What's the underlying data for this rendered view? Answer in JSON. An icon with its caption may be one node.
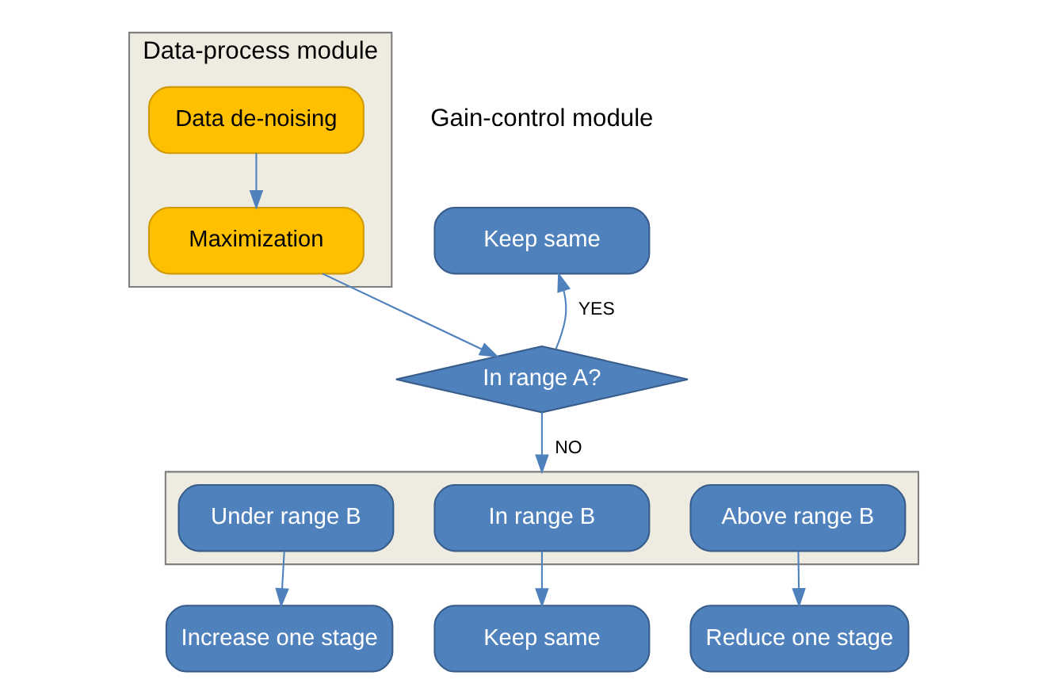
{
  "diagram": {
    "nodes": [
      {
        "text": [
          "Data-process module"
        ]
      },
      {
        "text": [
          "Data de-noising"
        ],
        "in": 0
      },
      {
        "text": [
          "Maximization"
        ],
        "in": 0
      },
      {
        "text": [
          "Keep same"
        ]
      },
      {
        "text": [
          "In range A?"
        ]
      },
      {
        "text": [],
        "shape": "box"
      },
      {
        "text": [
          "Under range B"
        ],
        "in": 5
      },
      {
        "text": [
          "In range B"
        ],
        "in": 5
      },
      {
        "text": [
          "Above range B"
        ],
        "in": 5
      },
      {
        "text": [
          "Increase one stage"
        ]
      },
      {
        "text": [
          "Keep same"
        ]
      },
      {
        "text": [
          "Reduce one stage"
        ]
      }
    ],
    "edges": [
      {
        "from": 1,
        "to": 2,
        "arrow": "to"
      },
      {
        "from": 2,
        "to": 4,
        "arrow": "to"
      },
      {
        "from": 4,
        "to": 3,
        "arrow": "to",
        "label": "YES"
      },
      {
        "from": 4,
        "to": 5,
        "arrow": "to",
        "label": "NO"
      },
      {
        "from": 6,
        "to": 9,
        "arrow": "to"
      },
      {
        "from": 7,
        "to": 10,
        "arrow": "to"
      },
      {
        "from": 8,
        "to": 11,
        "arrow": "to"
      }
    ],
    "labels": [
      "Gain-control module"
    ]
  }
}
